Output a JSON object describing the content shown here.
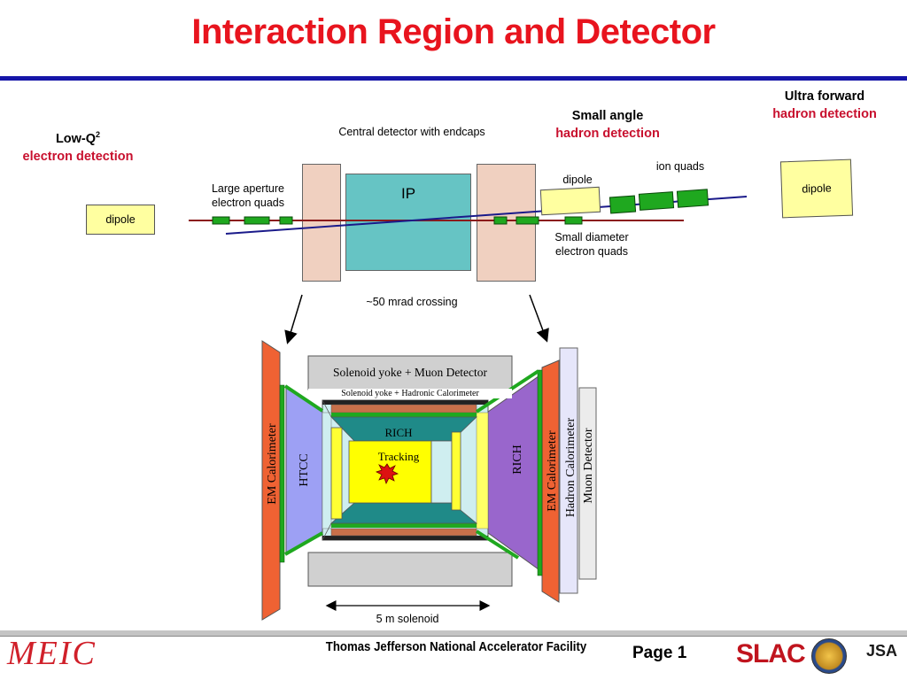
{
  "title": "Interaction Region and Detector",
  "top": {
    "low_q2_line1": "Low-Q",
    "low_q2_sup": "2",
    "low_q2_line2": "electron detection",
    "central_detector": "Central detector with endcaps",
    "small_angle_line1": "Small angle",
    "small_angle_line2": "hadron detection",
    "ultra_forward_line1": "Ultra forward",
    "ultra_forward_line2": "hadron detection",
    "ion_quads": "ion quads",
    "dipole_label": "dipole",
    "left_dipole": "dipole",
    "right_dipole": "dipole",
    "large_aperture_line1": "Large aperture",
    "large_aperture_line2": "electron quads",
    "ip": "IP",
    "small_diameter_line1": "Small diameter",
    "small_diameter_line2": "electron quads",
    "crossing": "~50  mrad crossing"
  },
  "detector": {
    "solenoid_muon": "Solenoid yoke + Muon Detector",
    "solenoid_hadronic": "Solenoid yoke + Hadronic Calorimeter",
    "rich_center": "RICH",
    "tracking": "Tracking",
    "em_cal_left": "EM Calorimeter",
    "htcc": "HTCC",
    "rich_right": "RICH",
    "em_cal_right": "EM Calorimeter",
    "hadron_cal": "Hadron Calorimeter",
    "muon_detector": "Muon Detector",
    "solenoid_length": "5 m solenoid"
  },
  "footer": {
    "logo_meic": "MEIC",
    "lab_name": "Thomas Jefferson National Accelerator Facility",
    "page": "Page 1",
    "logo_slac": "SLAC",
    "logo_jsa": "JSA"
  },
  "colors": {
    "title_red": "#e8141e",
    "rule_blue": "#1515a8",
    "endcap": "#f0d0c0",
    "ip_teal": "#66c4c4",
    "dipole_yellow": "#ffffa0",
    "quad_green": "#1fa81f",
    "em_orange": "#ef6233",
    "htcc_blue": "#9da0f4",
    "rich_purple": "#9966cc"
  }
}
